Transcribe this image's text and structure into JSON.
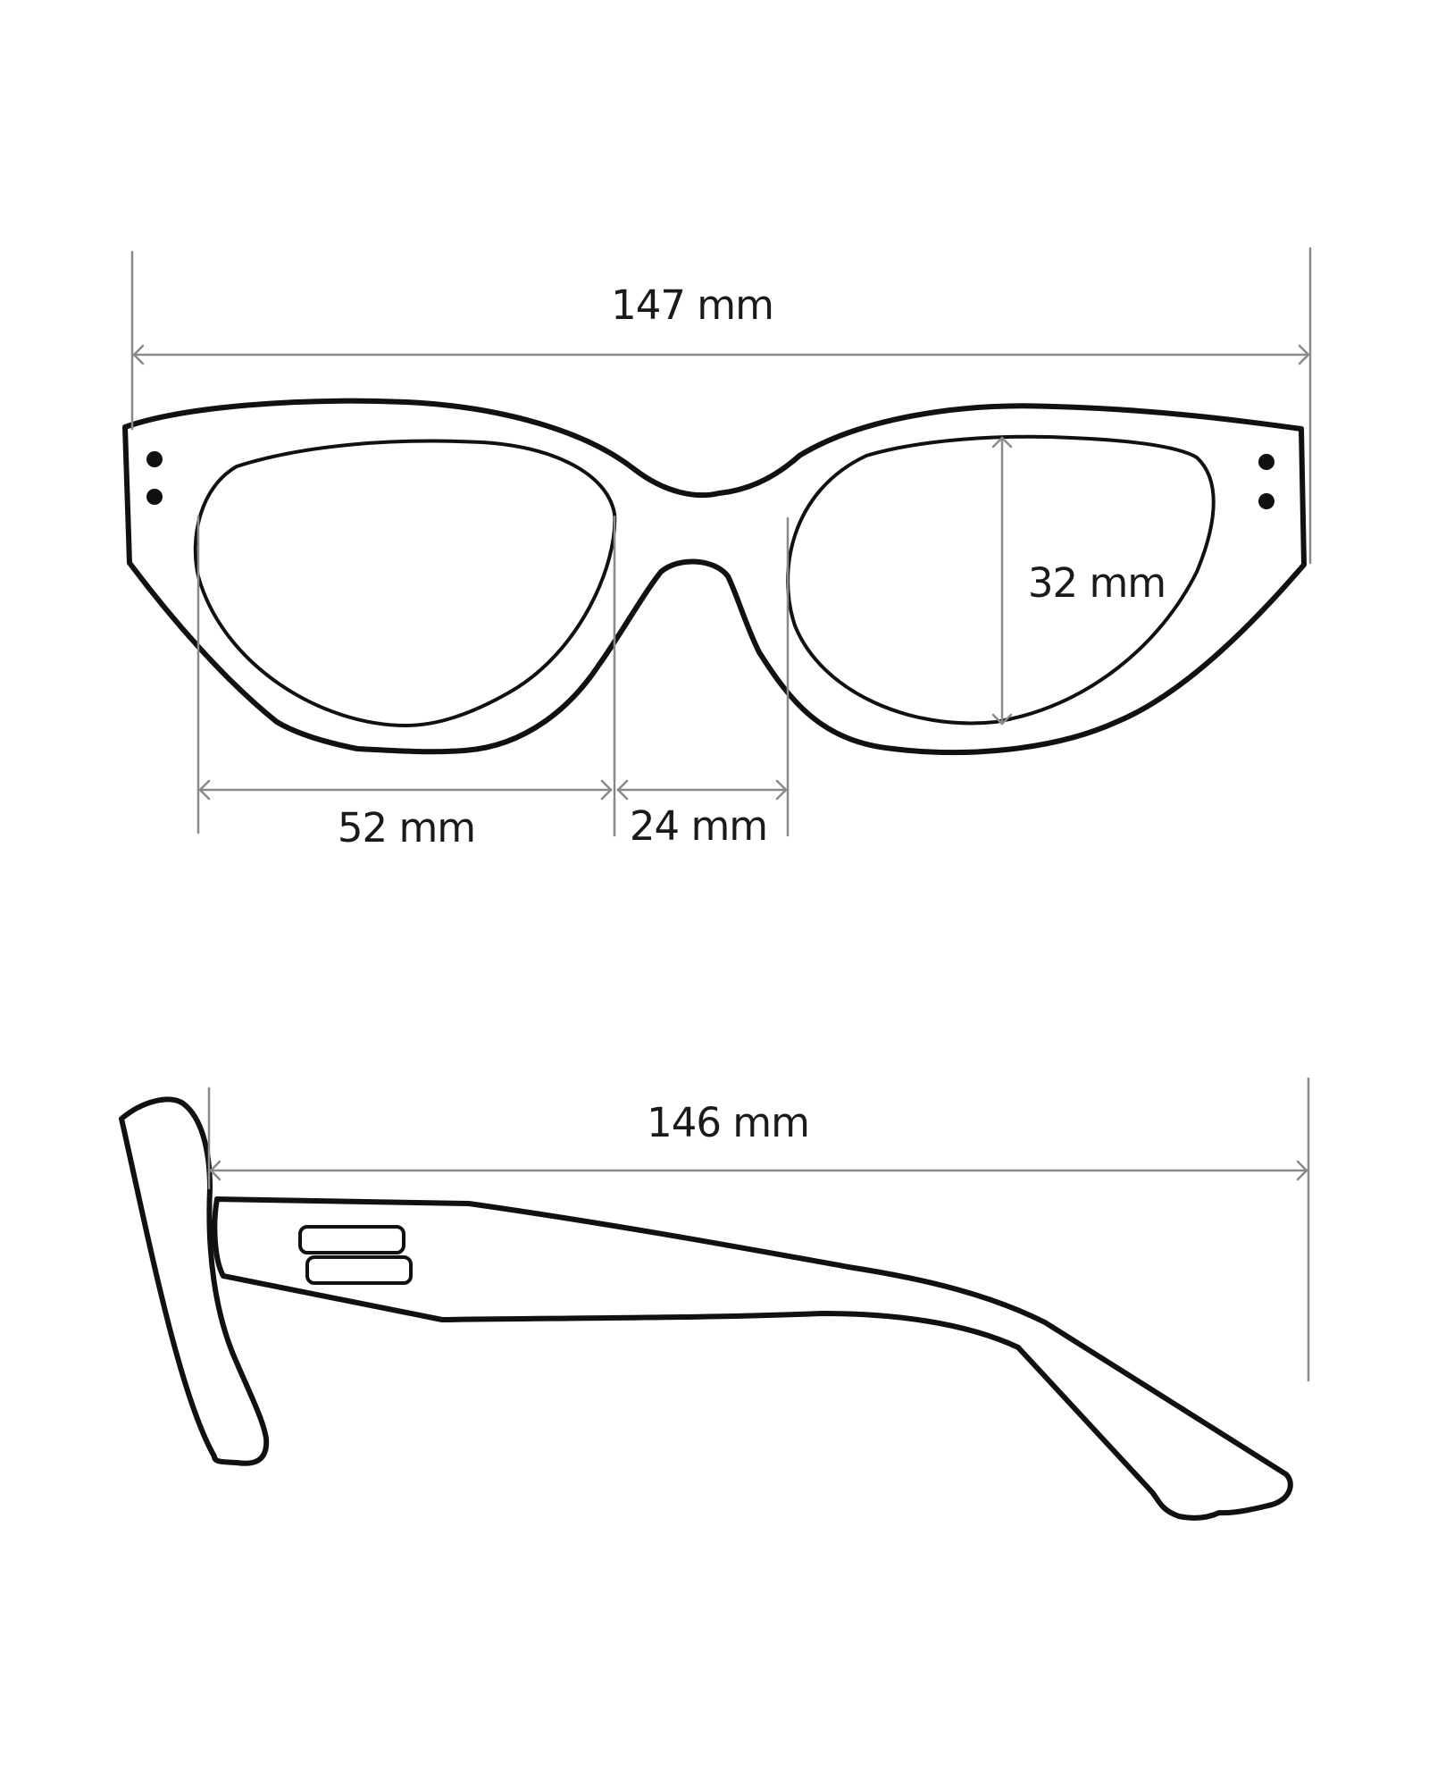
{
  "front_view": {
    "total_width_label": "147 mm",
    "lens_height_label": "32 mm",
    "lens_width_label": "52 mm",
    "bridge_width_label": "24 mm"
  },
  "side_view": {
    "temple_length_label": "146 mm"
  },
  "colors": {
    "outline": "#111111",
    "dimension": "#8a8a8a",
    "text": "#1a1a1a",
    "background": "#ffffff"
  }
}
